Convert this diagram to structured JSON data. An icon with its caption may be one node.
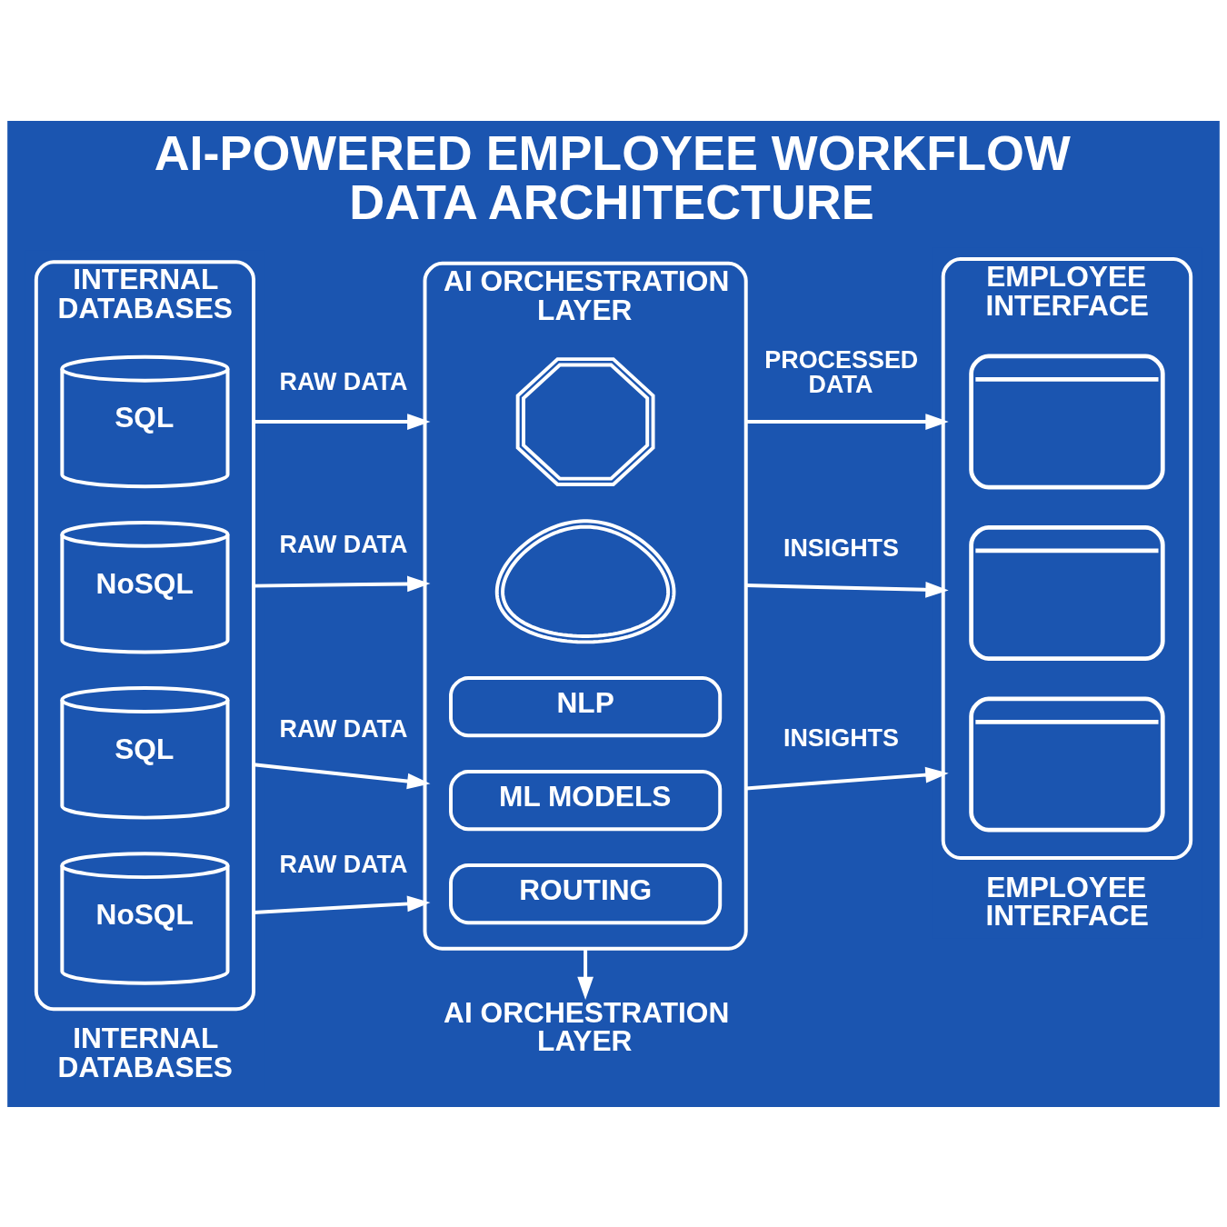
{
  "diagram": {
    "title": "AI-POWERED EMPLOYEE WORKFLOW DATA ARCHITECTURE",
    "nodes": [
      {
        "text": [
          "INTERNAL DATABASES"
        ],
        "beside": [
          "INTERNAL DATABASES"
        ]
      },
      {
        "text": [
          "SQL"
        ],
        "in": 0
      },
      {
        "text": [
          "NoSQL"
        ],
        "in": 0
      },
      {
        "text": [
          "SQL"
        ],
        "in": 0
      },
      {
        "text": [
          "NoSQL"
        ],
        "in": 0
      },
      {
        "text": [
          "AI ORCHESTRATION LAYER"
        ]
      },
      {
        "text": [],
        "shape": "picture",
        "in": 5
      },
      {
        "text": [],
        "shape": "picture",
        "in": 5
      },
      {
        "text": [
          "NLP"
        ],
        "in": 5
      },
      {
        "text": [
          "ML MODELS"
        ],
        "in": 5
      },
      {
        "text": [
          "ROUTING"
        ],
        "in": 5
      },
      {
        "text": [
          "EMPLOYEE INTERFACE"
        ],
        "beside": [
          "EMPLOYEE INTERFACE"
        ]
      },
      {
        "text": [],
        "shape": "picture",
        "in": 11
      },
      {
        "text": [],
        "shape": "picture",
        "in": 11
      },
      {
        "text": [],
        "shape": "picture",
        "in": 11
      },
      {
        "text": [
          "AI ORCHESTRATION LAYER"
        ]
      }
    ],
    "edges": [
      {
        "from": 0,
        "to": 5,
        "arrow": "to",
        "label": "RAW DATA"
      },
      {
        "from": 0,
        "to": 5,
        "arrow": "to",
        "label": "RAW DATA"
      },
      {
        "from": 0,
        "to": 5,
        "arrow": "to",
        "label": "RAW DATA"
      },
      {
        "from": 0,
        "to": 5,
        "arrow": "to",
        "label": "RAW DATA"
      },
      {
        "from": 5,
        "to": 11,
        "arrow": "to",
        "label": "PROCESSED DATA"
      },
      {
        "from": 5,
        "to": 11,
        "arrow": "to",
        "label": "INSIGHTS"
      },
      {
        "from": 5,
        "to": 11,
        "arrow": "to",
        "label": "INSIGHTS"
      },
      {
        "from": 5,
        "to": 15,
        "arrow": "to"
      }
    ]
  }
}
